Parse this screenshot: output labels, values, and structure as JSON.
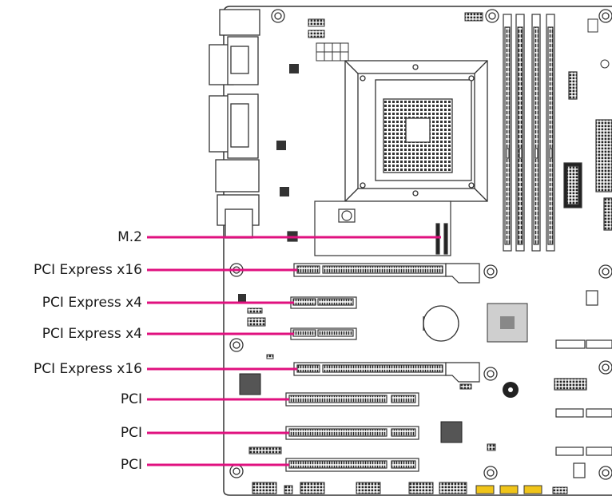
{
  "labels": {
    "m2": "M.2",
    "pcie_x16_top": "PCI Express x16",
    "pcie_x4_a": "PCI Express x4",
    "pcie_x4_b": "PCI Express x4",
    "pcie_x16_bottom": "PCI Express x16",
    "pci_1": "PCI",
    "pci_2": "PCI",
    "pci_3": "PCI"
  },
  "colors": {
    "leader_line": "#e0117f",
    "board_outline": "#333333",
    "component_dark": "#222222",
    "header_yellow": "#f0c419"
  }
}
